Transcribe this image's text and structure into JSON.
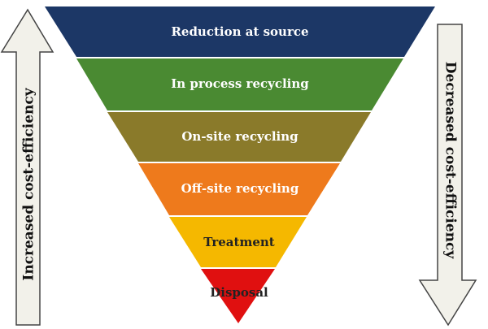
{
  "tiers": [
    {
      "label": "Reduction at source",
      "color": "#1c3766",
      "text_color": "#ffffff"
    },
    {
      "label": "In process recycling",
      "color": "#4a8a32",
      "text_color": "#ffffff"
    },
    {
      "label": "On-site recycling",
      "color": "#8a7a2a",
      "text_color": "#ffffff"
    },
    {
      "label": "Off-site recycling",
      "color": "#ee7a1c",
      "text_color": "#ffffff"
    },
    {
      "label": "Treatment",
      "color": "#f5b800",
      "text_color": "#222222"
    },
    {
      "label": "Disposal",
      "color": "#e01010",
      "text_color": "#222222"
    }
  ],
  "left_arrow": {
    "label": "Increased cost-efficiency",
    "direction": "up",
    "fill": "#f2f1ea"
  },
  "right_arrow": {
    "label": "Decreased cost-efficiency",
    "direction": "down",
    "fill": "#f2f1ea"
  }
}
